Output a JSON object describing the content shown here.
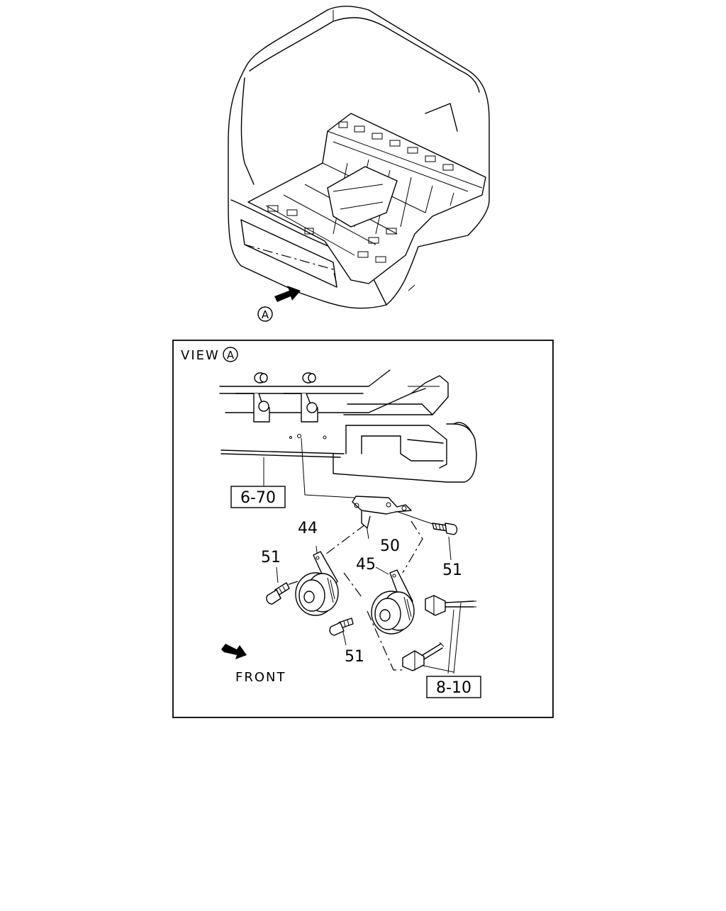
{
  "view_marker": "A",
  "view_label": "VIEW",
  "front_label": "FRONT",
  "callouts": {
    "c44": "44",
    "c45": "45",
    "c50": "50",
    "c51_left": "51",
    "c51_right": "51",
    "c51_bottom": "51"
  },
  "references": {
    "ref_6_70": "6-70",
    "ref_8_10": "8-10"
  }
}
